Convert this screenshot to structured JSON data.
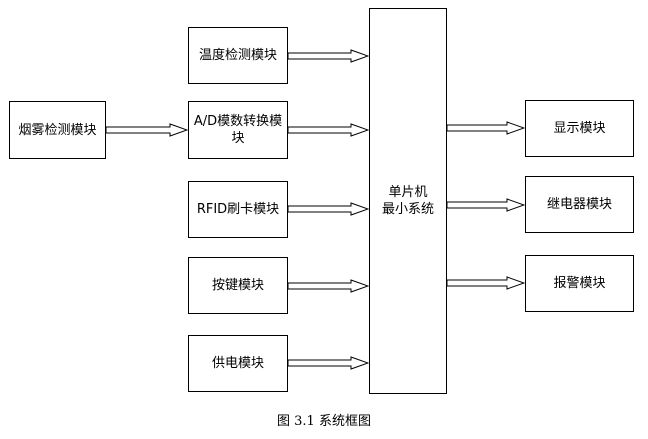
{
  "modules": {
    "temp": "温度检测模块",
    "ad": "A/D模数转换模块",
    "smoke": "烟雾检测模块",
    "rfid": "RFID刷卡模块",
    "key": "按键模块",
    "power": "供电模块",
    "mcu_line1": "单片机",
    "mcu_line2": "最小系统",
    "display": "显示模块",
    "relay": "继电器模块",
    "alarm": "报警模块"
  },
  "caption": "图 3.1  系统框图",
  "colors": {
    "stroke": "#000000",
    "fill": "#ffffff"
  }
}
